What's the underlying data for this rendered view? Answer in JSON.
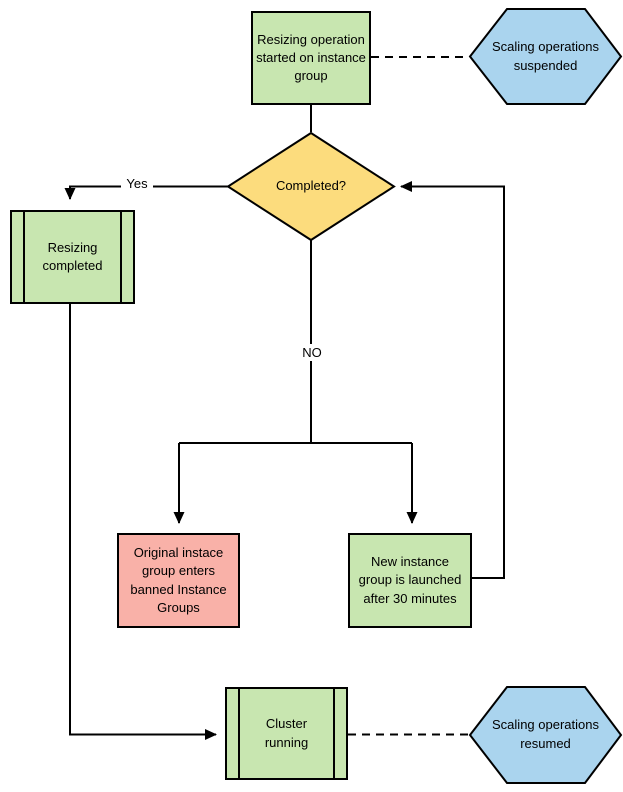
{
  "colors": {
    "process_green": "#c8e6b0",
    "decision_yellow": "#fcdc7d",
    "alert_red": "#f9b1a8",
    "info_blue": "#aad4ee",
    "stroke": "#000000",
    "background": "#ffffff"
  },
  "nodes": {
    "start": {
      "label": "Resizing operation started on instance group",
      "shape": "rectangle"
    },
    "suspended": {
      "label": "Scaling operations suspended",
      "shape": "hexagon"
    },
    "decision": {
      "label": "Completed?",
      "shape": "diamond"
    },
    "resizing_completed": {
      "label": "Resizing completed",
      "shape": "predefined-process"
    },
    "banned": {
      "label": "Original instace group enters banned Instance Groups",
      "shape": "rectangle"
    },
    "new_group": {
      "label": "New instance group is launched after 30 minutes",
      "shape": "rectangle"
    },
    "cluster": {
      "label": "Cluster running",
      "shape": "predefined-process"
    },
    "resumed": {
      "label": "Scaling operations resumed",
      "shape": "hexagon"
    }
  },
  "edges": {
    "yes_label": "Yes",
    "no_label": "NO"
  }
}
